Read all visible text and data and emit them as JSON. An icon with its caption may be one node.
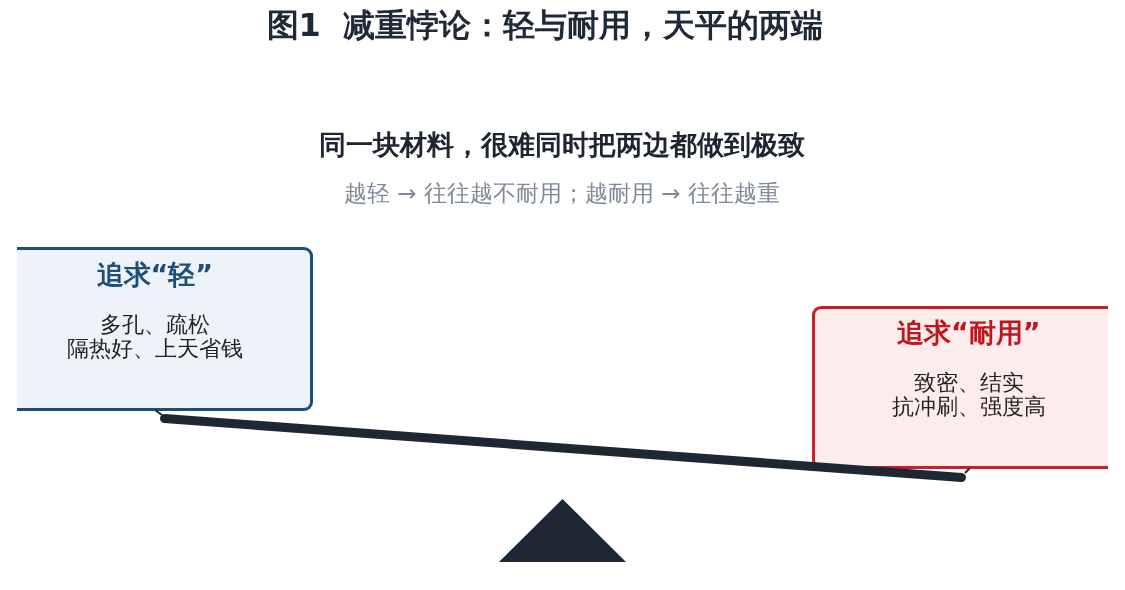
{
  "diagram": {
    "title": "图1  减重悖论：轻与耐用，天平的两端",
    "nodes": [
      {
        "text": [
          "追求“轻”",
          "多孔、疏松",
          "隔热好、上天省钱"
        ]
      },
      {
        "text": [
          "追求“耐用”",
          "致密、结实",
          "抗冲刷、强度高"
        ]
      },
      {
        "text": [],
        "shape": "bar"
      },
      {
        "text": [],
        "shape": "triangle"
      }
    ],
    "edges": [
      {
        "from": 0,
        "to": 2,
        "arrow": "none"
      },
      {
        "from": 1,
        "to": 2,
        "arrow": "none"
      }
    ],
    "labels": [
      "同一块材料，很难同时把两边都做到极致",
      "越轻 → 往往越不耐用；越耐用 → 往往越重"
    ]
  }
}
